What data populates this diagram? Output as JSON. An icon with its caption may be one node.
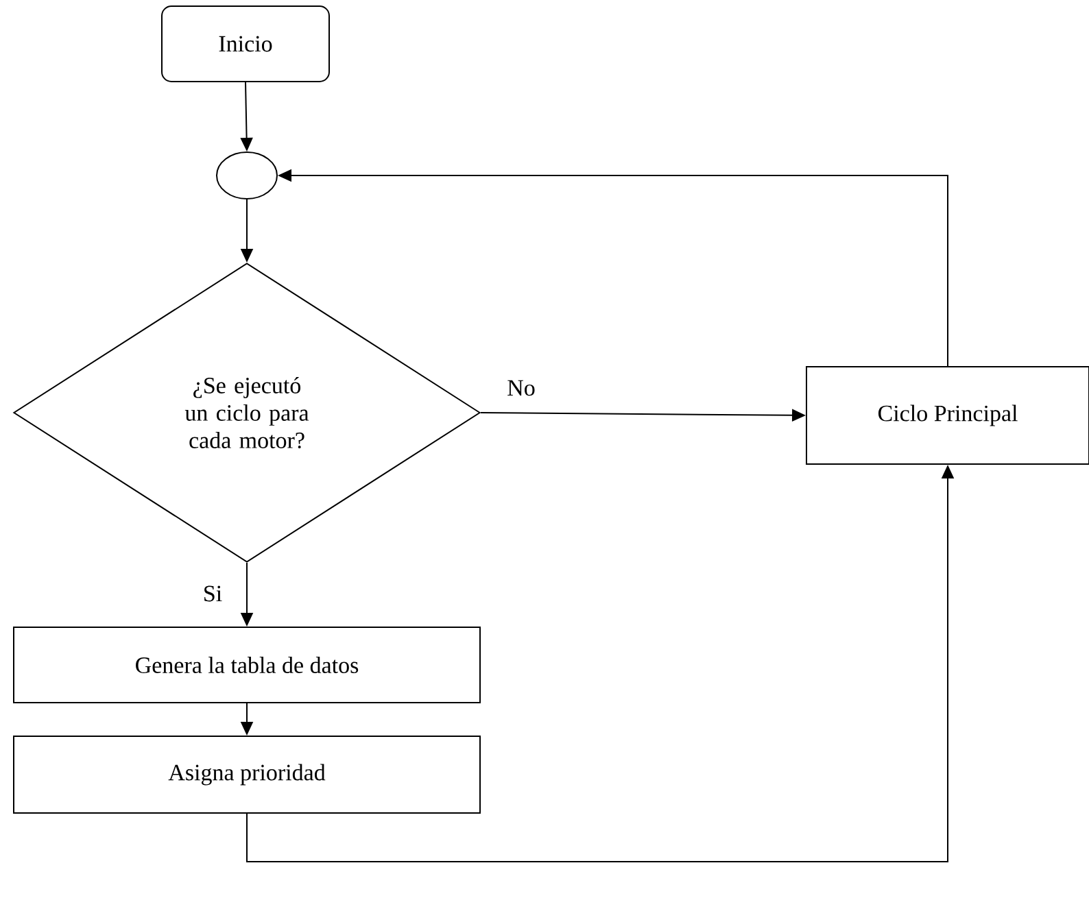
{
  "diagram": {
    "nodes": [
      {
        "text": [
          "Inicio"
        ]
      },
      {
        "text": [],
        "shape": "circle"
      },
      {
        "text": [
          "¿Se ejecutó un ciclo para cada motor?"
        ]
      },
      {
        "text": [
          "Ciclo Principal"
        ]
      },
      {
        "text": [
          "Genera la tabla de datos"
        ]
      },
      {
        "text": [
          "Asigna prioridad"
        ]
      }
    ],
    "edges": [
      {
        "from": 0,
        "to": 1,
        "arrow": "to"
      },
      {
        "from": 1,
        "to": 2,
        "arrow": "to"
      },
      {
        "from": 2,
        "to": 3,
        "arrow": "to",
        "label": "No"
      },
      {
        "from": 2,
        "to": 4,
        "arrow": "to",
        "label": "Si"
      },
      {
        "from": 4,
        "to": 5,
        "arrow": "to"
      },
      {
        "from": 5,
        "to": 3,
        "arrow": "to"
      },
      {
        "from": 3,
        "to": 1,
        "arrow": "to"
      }
    ]
  }
}
